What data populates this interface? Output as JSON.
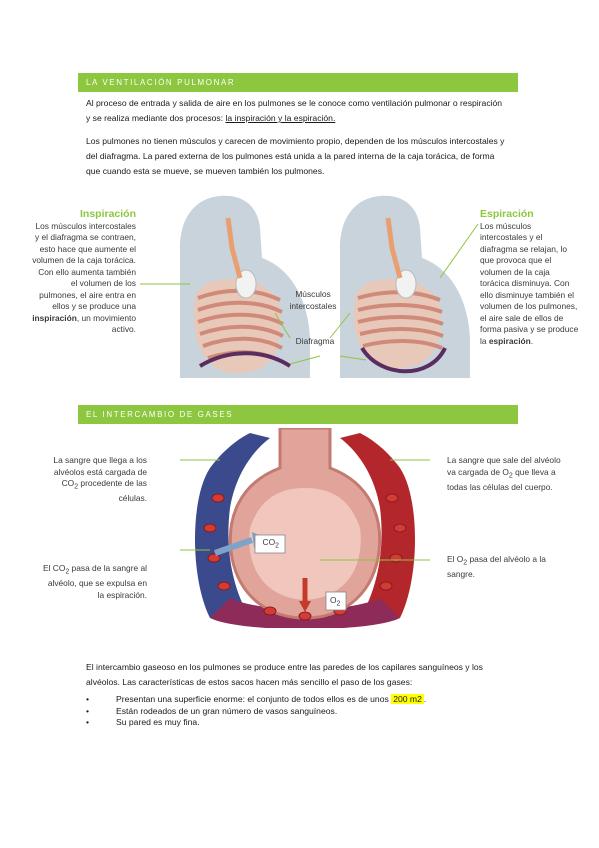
{
  "section1": {
    "title": "LA VENTILACIÓN PULMONAR",
    "p1_a": "Al proceso de entrada y salida de aire en los pulmones se le conoce como ventilación pulmonar o respiración y se realiza mediante dos procesos: ",
    "p1_link": "la inspiración y la espiración.",
    "p2": "Los pulmones no tienen músculos y carecen de movimiento propio, dependen de los músculos intercostales y del diafragma. La pared externa de los pulmones está unida a la pared interna de la caja torácica, de forma que cuando esta se mueve, se mueven también los pulmones."
  },
  "figure1": {
    "insp_title": "Inspiración",
    "insp_text": "Los músculos intercostales y el diafragma se contraen, esto hace que aumente el volumen de la caja torácica. Con ello aumenta también el volumen de los pulmones, el aire entra en ellos y se produce una",
    "insp_bold": "inspiración",
    "insp_end": ", un movimiento activo.",
    "musc_label": "Músculos intercostales",
    "diaf_label": "Diafragma",
    "esp_title": "Espiración",
    "esp_text": "Los músculos intercostales y el diafragma se relajan, lo que provoca que el volumen de la caja torácica disminuya. Con ello disminuye también el volumen de los pulmones, el aire sale de ellos de forma pasiva y se produce la",
    "esp_bold": "espiración",
    "esp_end": "."
  },
  "section2": {
    "title": "EL INTERCAMBIO DE GASES"
  },
  "figure2": {
    "tl_a": "La sangre que llega a los alvéolos está cargada de CO",
    "tl_sub": "2",
    "tl_b": " procedente de las células.",
    "bl_a": "El CO",
    "bl_sub": "2",
    "bl_b": " pasa de la sangre al alvéolo, que se expulsa en la espiración.",
    "tr_a": "La sangre que sale del alvéolo va cargada de O",
    "tr_sub": "2",
    "tr_b": " que lleva a todas las células del cuerpo.",
    "br_a": "El O",
    "br_sub": "2",
    "br_b": " pasa del alvéolo a la sangre.",
    "co2_label": "CO",
    "co2_sub": "2",
    "o2_label": "O",
    "o2_sub": "2"
  },
  "section3": {
    "p1": "El intercambio gaseoso en los pulmones se produce entre las paredes de los capilares sanguíneos y los alvéolos. Las características de estos sacos hacen más sencillo el paso de los gases:",
    "bullet_symbol": "•",
    "b1_a": "Presentan una superficie enorme: el conjunto de todos ellos es de unos ",
    "b1_hl": "200 m2",
    "b1_b": ".",
    "b2": "Están rodeados de un gran número de vasos sanguíneos.",
    "b3": "Su pared es muy fina."
  },
  "colors": {
    "accent": "#8dc63f",
    "highlight": "#ffff00"
  }
}
